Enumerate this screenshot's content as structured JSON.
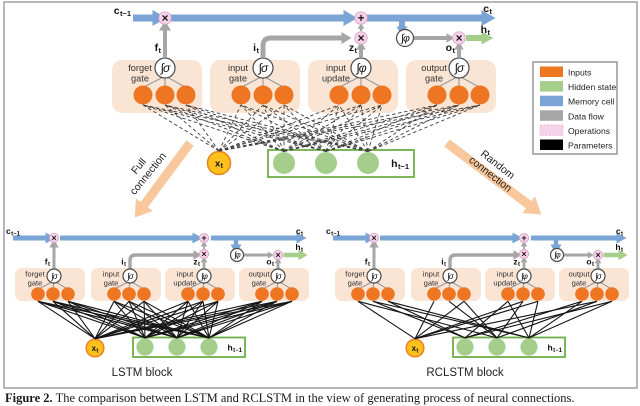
{
  "caption": {
    "label": "Figure 2.",
    "text": " The comparison between LSTM and RCLSTM in the view of generating process of neural connections."
  },
  "colors": {
    "inputs": "#EE7623",
    "hidden_state": "#A5CE8D",
    "memory_cell": "#7AA3D6",
    "data_flow": "#A6A6A6",
    "operations": "#F6D3E8",
    "operations_edge": "#DCA4C6",
    "parameters": "#000000",
    "gate_fill": "#FAE4D4",
    "branch_arrow": "#F8C79C",
    "input_node_fill": "#FFC01E",
    "input_node_edge": "#E8821E",
    "hidden_box_edge": "#6FAE46",
    "connection_dashed": "#3d3d3d",
    "connection_solid": "#151515"
  },
  "legend": {
    "items": [
      {
        "label": "Inputs",
        "color_key": "inputs"
      },
      {
        "label": "Hidden state",
        "color_key": "hidden_state"
      },
      {
        "label": "Memory cell",
        "color_key": "memory_cell"
      },
      {
        "label": "Data flow",
        "color_key": "data_flow"
      },
      {
        "label": "Operations",
        "color_key": "operations"
      },
      {
        "label": "Parameters",
        "color_key": "parameters"
      }
    ]
  },
  "gates": [
    {
      "name_lines": [
        "forget",
        "gate"
      ],
      "activation": "sigma",
      "signal_base": "f"
    },
    {
      "name_lines": [
        "input",
        "gate"
      ],
      "activation": "sigma",
      "signal_base": "i"
    },
    {
      "name_lines": [
        "input",
        "update"
      ],
      "activation": "phi",
      "signal_base": "z"
    },
    {
      "name_lines": [
        "output",
        "gate"
      ],
      "activation": "sigma",
      "signal_base": "o"
    }
  ],
  "activation_glyphs": {
    "sigma": "∫σ",
    "phi": "∫φ"
  },
  "operators": {
    "multiply": "×",
    "add": "+"
  },
  "signal_sub": "t",
  "io_labels": {
    "cell_prev": {
      "base": "c",
      "sub": "t−1"
    },
    "cell_out": {
      "base": "c",
      "sub": "t"
    },
    "hidden_out": {
      "base": "h",
      "sub": "t"
    },
    "hidden_prev": {
      "base": "h",
      "sub": "t−1"
    },
    "input_node": {
      "base": "x",
      "sub": "t"
    }
  },
  "branch_arrows": {
    "left": {
      "lines": [
        "Full",
        "connection"
      ]
    },
    "right": {
      "lines": [
        "Random",
        "connection"
      ]
    }
  },
  "blocks": {
    "top": {
      "connection_style": "dashed",
      "connections": "all"
    },
    "bottom_left": {
      "title": "LSTM block",
      "connection_style": "solid",
      "connections": "all"
    },
    "bottom_right": {
      "title": "RCLSTM block",
      "connection_style": "solid",
      "connections": [
        [
          0,
          0
        ],
        [
          0,
          3
        ],
        [
          0,
          5
        ],
        [
          0,
          7
        ],
        [
          0,
          8
        ],
        [
          0,
          10
        ],
        [
          1,
          1
        ],
        [
          1,
          2
        ],
        [
          1,
          6
        ],
        [
          1,
          9
        ],
        [
          1,
          11
        ],
        [
          2,
          0
        ],
        [
          2,
          4
        ],
        [
          2,
          5
        ],
        [
          2,
          7
        ],
        [
          2,
          10
        ],
        [
          3,
          1
        ],
        [
          3,
          2
        ],
        [
          3,
          6
        ],
        [
          3,
          8
        ],
        [
          3,
          9
        ],
        [
          3,
          11
        ]
      ]
    }
  }
}
